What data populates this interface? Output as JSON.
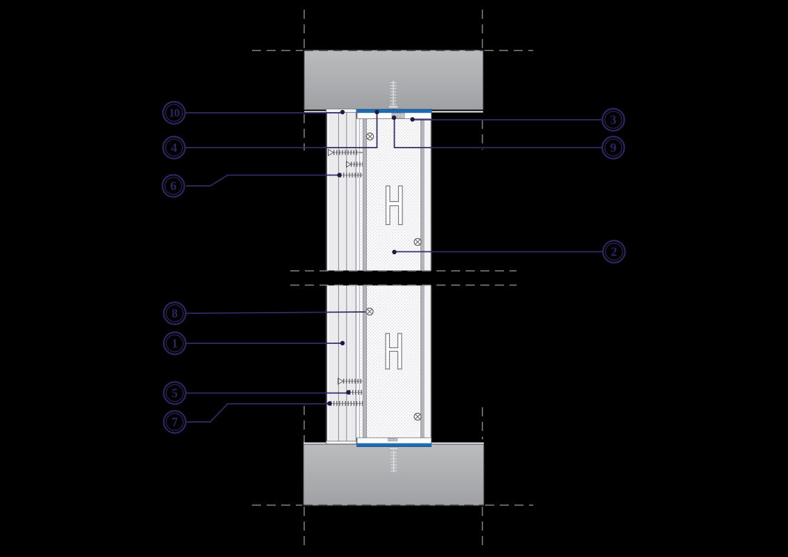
{
  "drawing": {
    "type": "architectural-section-detail",
    "background_color": "#000000",
    "colors": {
      "callout_ring": "#2d2660",
      "leader_line": "#322b68",
      "sealant_blue": "#1d6db4",
      "slab_gray": "#aaacaf",
      "panel_fill": "#fafafb",
      "board_fill": "#ebebee",
      "drawing_line_gray": "#55555c",
      "construction_dash_gray": "#85858a"
    },
    "callouts": {
      "c1": {
        "label": "1"
      },
      "c2": {
        "label": "2"
      },
      "c3": {
        "label": "3"
      },
      "c4": {
        "label": "4"
      },
      "c5": {
        "label": "5"
      },
      "c6": {
        "label": "6"
      },
      "c7": {
        "label": "7"
      },
      "c8": {
        "label": "8"
      },
      "c9": {
        "label": "9"
      },
      "c10": {
        "label": "10"
      }
    },
    "symbols": {
      "cross_fastener_icon": "circled diagonal-cross fastener",
      "screw_icon": "threaded screw, side view",
      "anchor_icon": "vertical concrete anchor",
      "h_stud_icon": "H-stud section profile",
      "sealant_strip": "blue sealant bead",
      "callout_bubble": "double-ring numbered circle"
    }
  }
}
